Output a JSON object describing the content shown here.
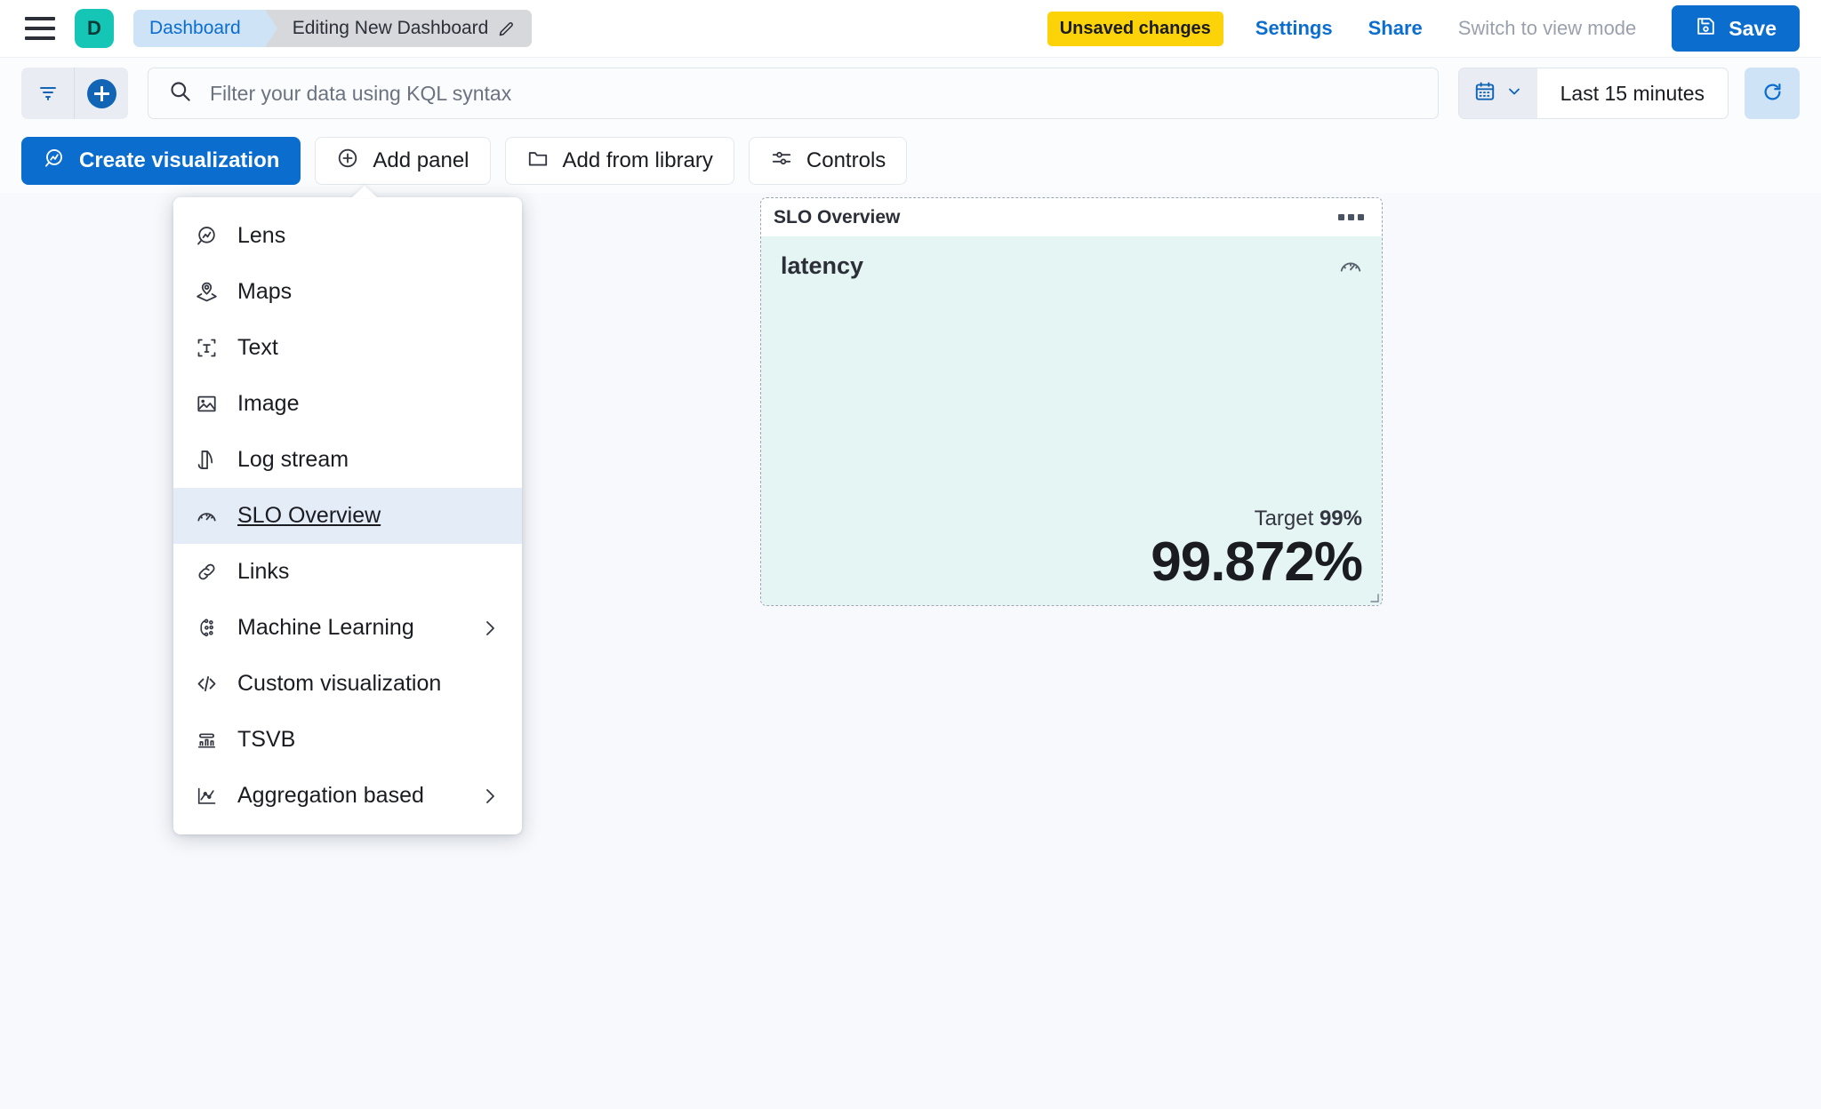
{
  "header": {
    "menu_icon": "hamburger-icon",
    "space_initial": "D",
    "breadcrumb_root": "Dashboard",
    "breadcrumb_current": "Editing New Dashboard",
    "edit_icon": "pencil-icon",
    "unsaved_badge": "Unsaved changes",
    "settings_link": "Settings",
    "share_link": "Share",
    "view_mode_link": "Switch to view mode",
    "save_label": "Save",
    "save_icon": "save-disk-icon",
    "accent_blue": "#0b6ecf",
    "badge_yellow": "#fcd209",
    "space_teal": "#15c5b5"
  },
  "querybar": {
    "filter_icon": "filter-icon",
    "add_filter_icon": "plus-circle-icon",
    "search_icon": "search-icon",
    "placeholder": "Filter your data using KQL syntax",
    "value": "",
    "calendar_icon": "calendar-icon",
    "chevron_icon": "chevron-down-icon",
    "time_range": "Last 15 minutes",
    "refresh_icon": "refresh-icon"
  },
  "toolbar": {
    "create_visualization": "Create visualization",
    "create_visualization_icon": "lens-icon",
    "add_panel": "Add panel",
    "add_panel_icon": "plus-circle-icon",
    "add_from_library": "Add from library",
    "add_from_library_icon": "folder-icon",
    "controls": "Controls",
    "controls_icon": "sliders-icon"
  },
  "add_panel_menu": {
    "items": [
      {
        "label": "Lens",
        "icon": "lens-icon",
        "selected": false,
        "has_submenu": false
      },
      {
        "label": "Maps",
        "icon": "maps-pin-layers-icon",
        "selected": false,
        "has_submenu": false
      },
      {
        "label": "Text",
        "icon": "text-box-icon",
        "selected": false,
        "has_submenu": false
      },
      {
        "label": "Image",
        "icon": "image-icon",
        "selected": false,
        "has_submenu": false
      },
      {
        "label": "Log stream",
        "icon": "log-stream-icon",
        "selected": false,
        "has_submenu": false
      },
      {
        "label": "SLO Overview",
        "icon": "gauge-icon",
        "selected": true,
        "has_submenu": false
      },
      {
        "label": "Links",
        "icon": "link-chain-icon",
        "selected": false,
        "has_submenu": false
      },
      {
        "label": "Machine Learning",
        "icon": "machine-learning-icon",
        "selected": false,
        "has_submenu": true
      },
      {
        "label": "Custom visualization",
        "icon": "code-tags-icon",
        "selected": false,
        "has_submenu": false
      },
      {
        "label": "TSVB",
        "icon": "tsvb-bars-icon",
        "selected": false,
        "has_submenu": false
      },
      {
        "label": "Aggregation based",
        "icon": "aggregation-icon",
        "selected": false,
        "has_submenu": true
      }
    ]
  },
  "slo_panel": {
    "title": "SLO Overview",
    "context_menu_icon": "panel-context-menu-icon",
    "slo_name": "latency",
    "gauge_icon": "gauge-icon",
    "target_label": "Target",
    "target_value": "99%",
    "current_value": "99.872%",
    "background_color": "#e4f5f3",
    "resize_handle_icon": "resize-handle-icon"
  }
}
